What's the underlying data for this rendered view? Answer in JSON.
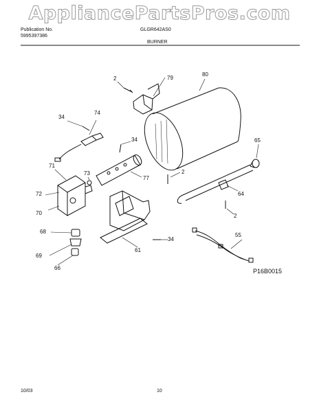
{
  "watermark": "AppliancePartsPros.com",
  "header": {
    "publication_label": "Publication No.",
    "publication_number": "5995397386",
    "model": "GLGR642AS0",
    "section_title": "BURNER"
  },
  "callouts": {
    "c2a": "2",
    "c79": "79",
    "c80": "80",
    "c34a": "34",
    "c74": "74",
    "c34b": "34",
    "c65": "65",
    "c71": "71",
    "c73": "73",
    "c77": "77",
    "c2b": "2",
    "c72": "72",
    "c64": "64",
    "c70": "70",
    "c2c": "2",
    "c68": "68",
    "c55": "55",
    "c34c": "34",
    "c69": "69",
    "c61": "61",
    "c66": "66"
  },
  "diagram_code": "P16B0015",
  "footer": {
    "date": "10/03",
    "page": "10"
  }
}
